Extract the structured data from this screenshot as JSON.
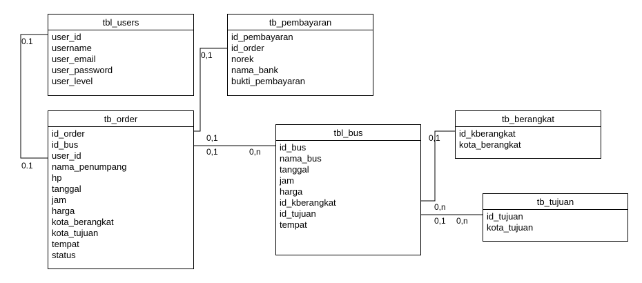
{
  "entities": {
    "tbl_users": {
      "title": "tbl_users",
      "fields": [
        "user_id",
        "username",
        "user_email",
        "user_password",
        "user_level"
      ]
    },
    "tb_pembayaran": {
      "title": "tb_pembayaran",
      "fields": [
        "id_pembayaran",
        "id_order",
        "norek",
        "nama_bank",
        "bukti_pembayaran"
      ]
    },
    "tb_order": {
      "title": "tb_order",
      "fields": [
        "id_order",
        "id_bus",
        "user_id",
        "nama_penumpang",
        "hp",
        "tanggal",
        "jam",
        "harga",
        "kota_berangkat",
        "kota_tujuan",
        "tempat",
        "status"
      ]
    },
    "tbl_bus": {
      "title": "tbl_bus",
      "fields": [
        "id_bus",
        "nama_bus",
        "tanggal",
        "jam",
        "harga",
        "id_kberangkat",
        "id_tujuan",
        "tempat"
      ]
    },
    "tb_berangkat": {
      "title": "tb_berangkat",
      "fields": [
        "id_kberangkat",
        "kota_berangkat"
      ]
    },
    "tb_tujuan": {
      "title": "tb_tujuan",
      "fields": [
        "id_tujuan",
        "kota_tujuan"
      ]
    }
  },
  "cardinalities": {
    "users_top": "0.1",
    "users_bottom": "0.1",
    "pembayaran_link": "0,1",
    "order_to_pembayaran": "0,1",
    "order_to_bus": "0,1",
    "bus_from_order": "0,n",
    "berangkat_link": "0,1",
    "bus_to_berangkat": "0,n",
    "bus_to_tujuan": "0,1",
    "tujuan_link": "0,n"
  },
  "colors": {
    "line": "#000000",
    "background": "#ffffff"
  }
}
